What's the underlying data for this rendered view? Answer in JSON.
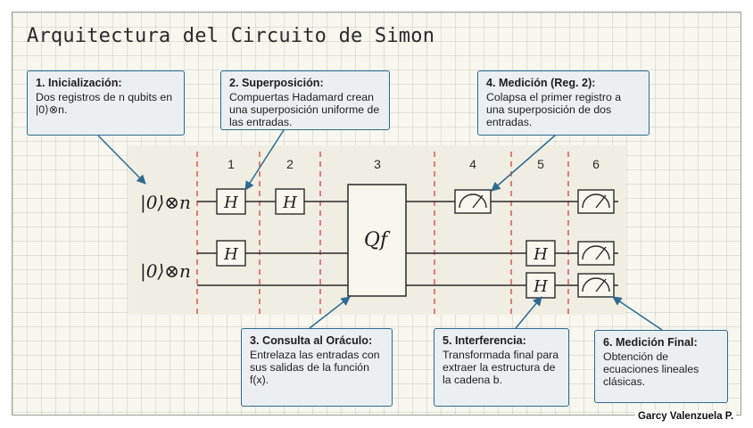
{
  "title": "Arquitectura del Circuito de Simon",
  "watermark": "Garcy Valenzuela P.",
  "steps": [
    "1",
    "2",
    "3",
    "4",
    "5",
    "6"
  ],
  "registers": {
    "top": "|0⟩⊗n",
    "bottom": "|0⟩⊗n"
  },
  "gates": {
    "hadamard": "H",
    "oracle": "Qf"
  },
  "callouts": {
    "c1": {
      "title": "1. Inicialización:",
      "body": "Dos registros de n qubits en |0⟩⊗n."
    },
    "c2": {
      "title": "2. Superposición:",
      "body": "Compuertas Hadamard crean una superposición uniforme de las entradas."
    },
    "c3": {
      "title": "3. Consulta al Oráculo:",
      "body": "Entrelaza las entradas con sus salidas de la función f(x)."
    },
    "c4": {
      "title": "4. Medición (Reg. 2):",
      "body": "Colapsa el primer registro a una superposición de dos entradas."
    },
    "c5": {
      "title": "5. Interferencia:",
      "body": "Transformada final para extraer la estructura de la cadena b."
    },
    "c6": {
      "title": "6. Medición Final:",
      "body": "Obtención de ecuaciones lineales clásicas."
    }
  },
  "colors": {
    "box_border": "#2d6a8e",
    "box_fill": "#eceff1",
    "divider": "#c8463e",
    "wire": "#2a2a2a",
    "panel": "#f0ede3"
  }
}
